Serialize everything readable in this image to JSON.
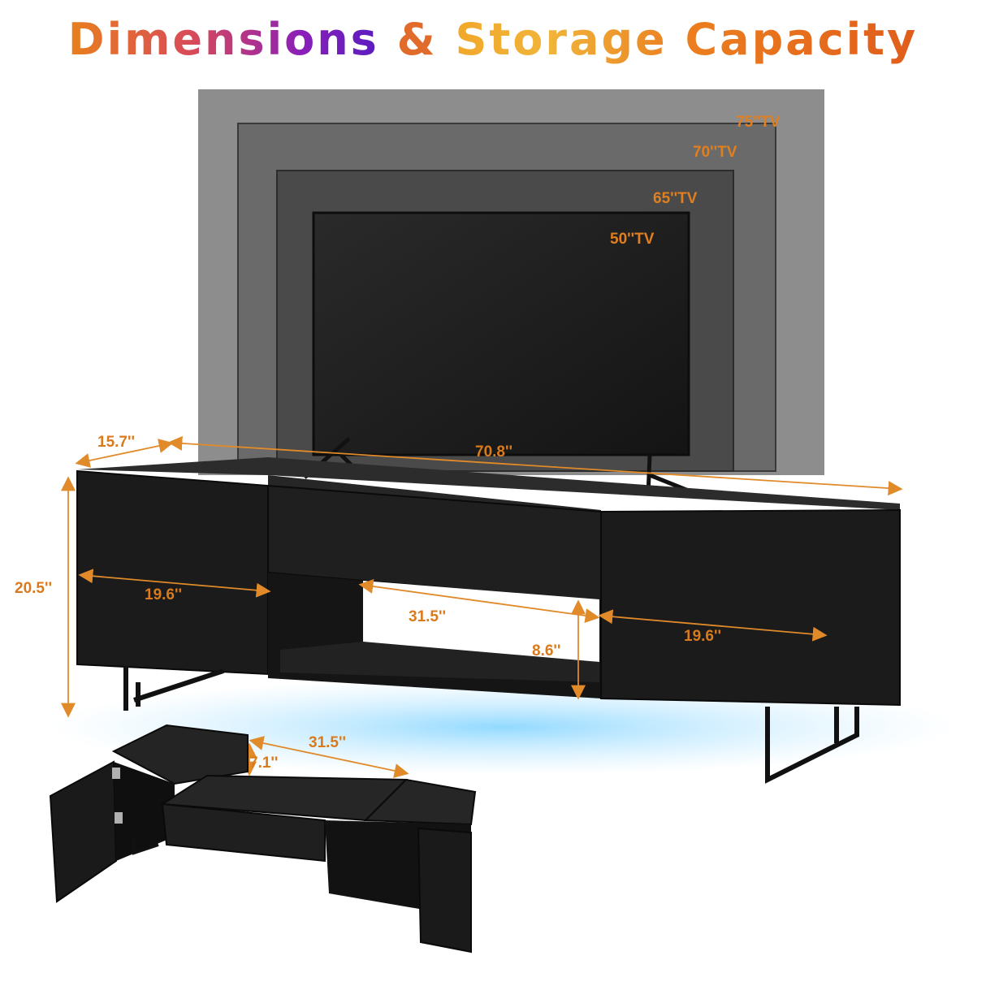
{
  "title": {
    "w1": "Dimensions",
    "w2": "&",
    "w3": "Storage",
    "w4": "Capacity"
  },
  "tv_sizes": [
    "75''TV",
    "70''TV",
    "65''TV",
    "50''TV"
  ],
  "dimensions": {
    "depth": "15.7''",
    "width": "70.8''",
    "height": "20.5''",
    "left_cabinet": "19.6''",
    "right_cabinet": "19.6''",
    "open_shelf_width": "31.5''",
    "open_shelf_height": "8.6''",
    "drawer_width": "31.5''",
    "drawer_height": "7.1''"
  },
  "colors": {
    "accent": "#e07f1f",
    "furniture": "#1c1c1c",
    "led_glow": "#7fd3ff"
  }
}
